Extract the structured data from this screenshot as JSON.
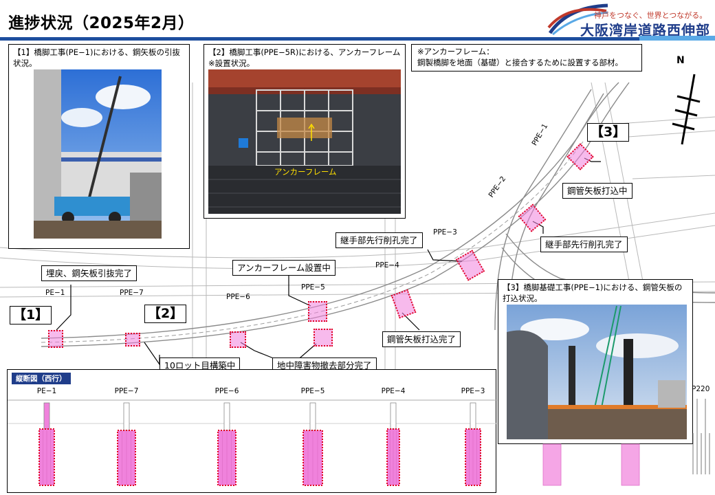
{
  "page": {
    "title": "進捗状況（2025年2月）"
  },
  "logo": {
    "tagline": "神戸をつなぐ、世界とつながる。",
    "name": "大阪湾岸道路西伸部"
  },
  "north_label": "N",
  "boxes": {
    "photo1_caption": "【1】橋脚工事(PE−1)における、鋼矢板の引抜状況。",
    "photo2_caption": "【2】橋脚工事(PPE−5R)における、アンカーフレーム※設置状況。",
    "photo2_annotation": "アンカーフレーム",
    "note": "※アンカーフレーム：\n鋼製橋脚を地面（基礎）と接合するために設置する部材。",
    "photo3_caption": "【3】橋脚基礎工事(PPE−1)における、鋼管矢板の打込状況。"
  },
  "markers": {
    "m1": "【1】",
    "m2": "【2】",
    "m3": "【3】"
  },
  "callouts": {
    "backfill": "埋戻、鋼矢板引抜完了",
    "lot10": "10ロット目構築中",
    "anchor": "アンカーフレーム設置中",
    "obstacle": "地中障害物撤去部分完了",
    "joint_ppe3": "継手部先行削孔完了",
    "pipe_done": "鋼管矢板打込完了",
    "pipe_driving": "鋼管矢板打込中",
    "joint_ppe1": "継手部先行削孔完了"
  },
  "pier_labels": {
    "pe1": "PE−1",
    "ppe7": "PPE−7",
    "ppe6": "PPE−6",
    "ppe5": "PPE−5",
    "ppe4": "PPE−4",
    "ppe3": "PPE−3",
    "ppe2": "PPE−2",
    "ppe1": "PPE−1",
    "p220": "P220"
  },
  "section": {
    "label": "縦断図（西行）",
    "piers": [
      "PE−1",
      "PPE−7",
      "PPE−6",
      "PPE−5",
      "PPE−4",
      "PPE−3"
    ]
  },
  "colors": {
    "site_fill": "#f082dc",
    "site_border": "#e00020",
    "brand_blue": "#1f3d8a",
    "brand_red": "#c0392b"
  }
}
